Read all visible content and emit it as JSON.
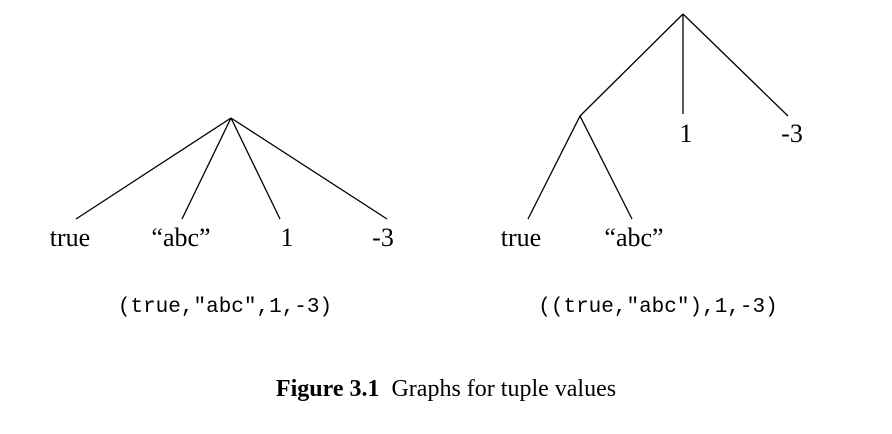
{
  "tree1": {
    "leaves": [
      "true",
      "“abc”",
      "1",
      "-3"
    ],
    "expression": "(true,\"abc\",1,-3)"
  },
  "tree2": {
    "inner_leaves": [
      "true",
      "“abc”"
    ],
    "leaves": [
      "1",
      "-3"
    ],
    "expression": "((true,\"abc\"),1,-3)"
  },
  "caption": {
    "label": "Figure 3.1",
    "text": "Graphs for tuple values"
  }
}
